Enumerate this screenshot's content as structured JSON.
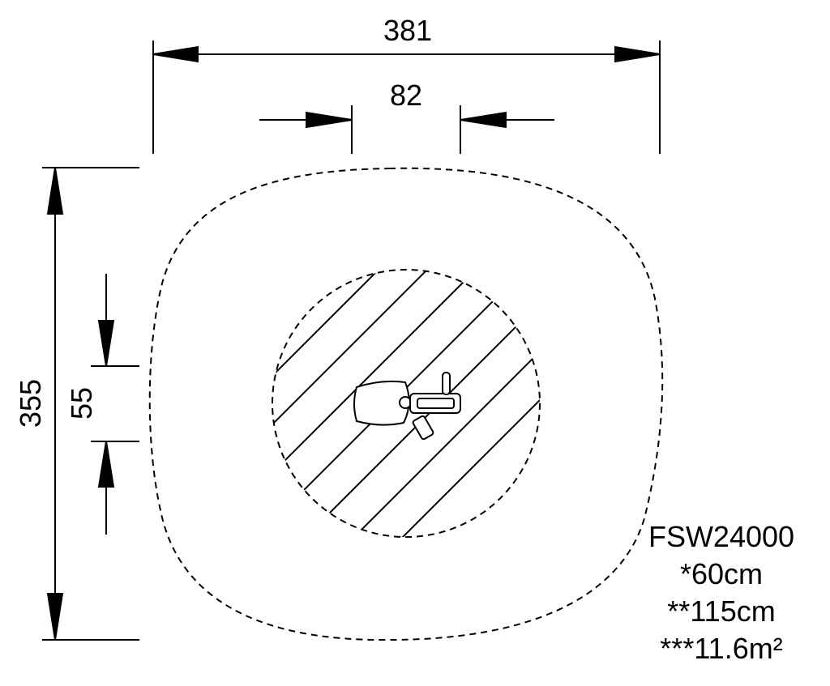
{
  "dimensions": {
    "overall_width": "381",
    "seat_width": "82",
    "overall_depth": "355",
    "seat_depth": "55"
  },
  "spec": {
    "model": "FSW24000",
    "line1": "*60cm",
    "line2": "**115cm",
    "line3": "***11.6m²"
  }
}
